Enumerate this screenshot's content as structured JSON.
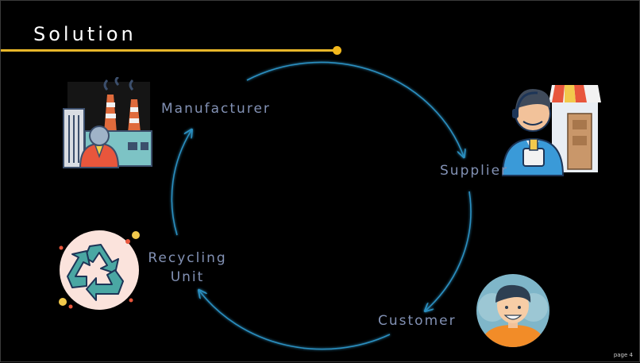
{
  "slide": {
    "title": "Solution",
    "page": "page 4"
  },
  "nodes": [
    {
      "id": "manufacturer",
      "label": "Manufacturer",
      "icon": "factory-worker-icon"
    },
    {
      "id": "supplier",
      "label": "Supplier",
      "icon": "shopkeeper-icon"
    },
    {
      "id": "customer",
      "label": "Customer",
      "icon": "customer-avatar-icon"
    },
    {
      "id": "recycling",
      "label_line1": "Recycling",
      "label_line2": "Unit",
      "icon": "recycle-icon"
    }
  ],
  "colors": {
    "accent": "#e8b72a",
    "cycle_line": "#2c8fc0",
    "label": "#8291b4"
  }
}
